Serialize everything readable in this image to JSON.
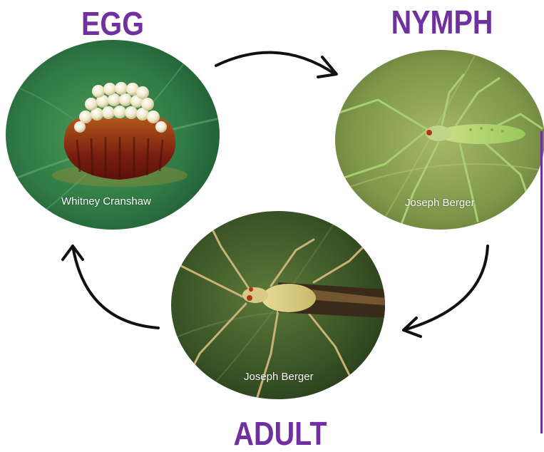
{
  "stages": {
    "egg": {
      "title": "EGG",
      "credit": "Whitney Cranshaw"
    },
    "nymph": {
      "title": "NYMPH",
      "credit": "Joseph Berger"
    },
    "adult": {
      "title": "ADULT",
      "credit": "Joseph Berger"
    }
  },
  "colors": {
    "title": "#7030a0",
    "arrow": "#111111",
    "side_line": "#7030a0",
    "credit_text": "#ffffff"
  },
  "icons": [
    "cycle-arrow-icon"
  ]
}
